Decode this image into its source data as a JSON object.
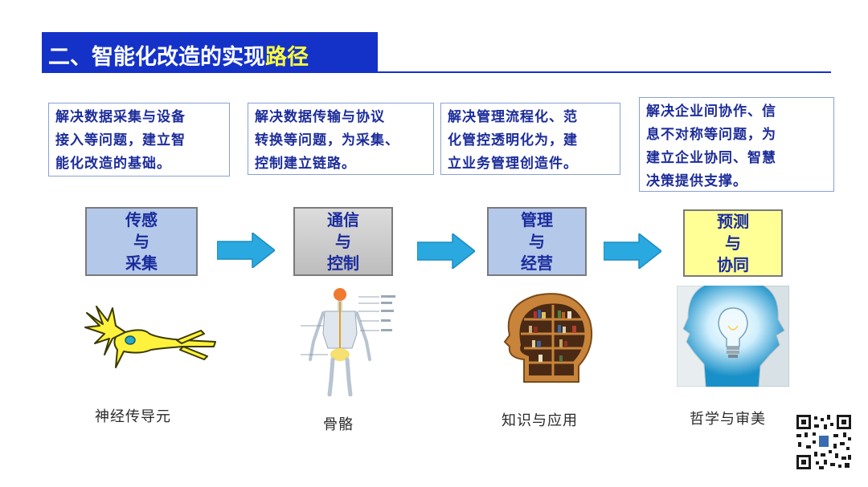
{
  "title": {
    "main": "二、智能化改造的实现",
    "highlight": "路径"
  },
  "descriptions": [
    {
      "lines": [
        "解决数据采集与设备",
        "接入等问题，建立智",
        "能化改造的基础。"
      ]
    },
    {
      "lines": [
        "解决数据传输与协议",
        "转换等问题，为采集、",
        "控制建立链路。"
      ]
    },
    {
      "lines": [
        "解决管理流程化、范",
        "化管控透明化为，建",
        "立业务管理创造件。"
      ]
    },
    {
      "lines": [
        "解决企业间协作、信",
        "息不对称等问题，为",
        "建立企业协同、智慧",
        "决策提供支撑。"
      ]
    }
  ],
  "stages": [
    {
      "lines": [
        "传感",
        "与",
        "采集"
      ],
      "color": "#b4c8ea"
    },
    {
      "lines": [
        "通信",
        "与",
        "控制"
      ],
      "color": "#c8c8c8"
    },
    {
      "lines": [
        "管理",
        "与",
        "经营"
      ],
      "color": "#b4c8ea"
    },
    {
      "lines": [
        "预测",
        "与",
        "协同"
      ],
      "color": "#ffff96"
    }
  ],
  "arrow_color": "#29a9e0",
  "captions": [
    "神经传导元",
    "骨骼",
    "知识与应用",
    "哲学与审美"
  ],
  "icons": [
    "neuron-icon",
    "skeleton-icon",
    "bookshelf-head-icon",
    "lightbulb-head-icon",
    "qr-code-icon"
  ]
}
